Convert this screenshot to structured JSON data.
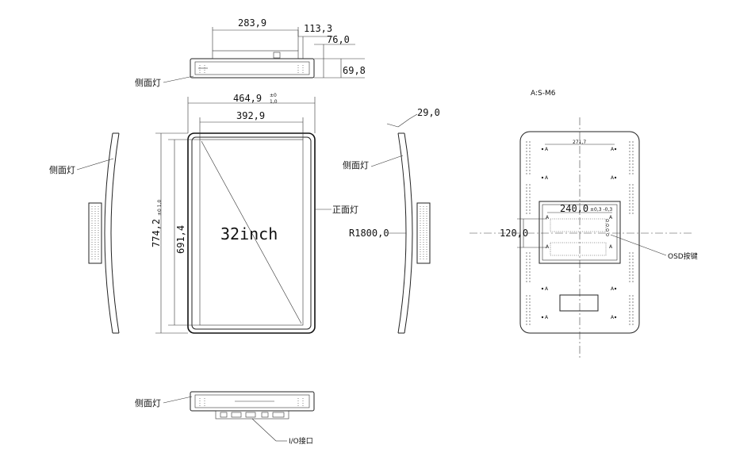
{
  "top_view": {
    "dim_width": "283,9",
    "dim_offset": "113,3",
    "dim_depth_inner": "76,0",
    "dim_depth": "69,8",
    "side_light_label": "侧面灯"
  },
  "front_view": {
    "dim_outer_width": "464,9",
    "dim_outer_width_tol_top": "±0",
    "dim_outer_width_tol_bottom": "1,0",
    "dim_screen_width": "392,9",
    "dim_outer_height": "774,2",
    "dim_outer_height_tol": "±0 1,0",
    "dim_screen_height": "691,4",
    "size_label": "32inch",
    "front_light_label": "正面灯"
  },
  "left_side_view": {
    "side_light_label": "侧面灯"
  },
  "right_side_view": {
    "dim_thickness": "29,0",
    "side_light_label": "侧面灯",
    "radius_label": "R1800,0"
  },
  "rear_view": {
    "mount_note": "A:S-M6",
    "hole_label": "A",
    "dim_top_spacing": "271,7",
    "dim_vesa_width": "240,0",
    "dim_vesa_width_tol": "±0,3 -0,3",
    "dim_vesa_height": "120,0",
    "osd_label": "OSD按键"
  },
  "bottom_view": {
    "side_light_label": "侧面灯",
    "io_label": "I/O接口"
  }
}
